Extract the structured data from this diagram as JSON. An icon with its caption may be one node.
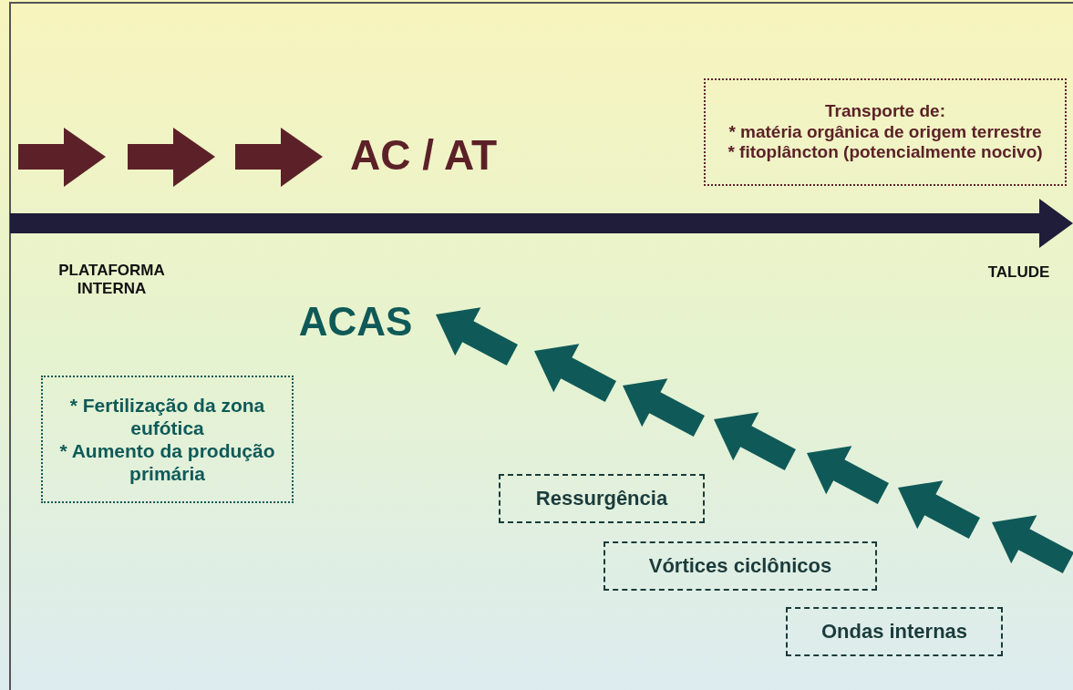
{
  "diagram": {
    "nodes": [
      {
        "text": [
          "AC / AT"
        ]
      },
      {
        "text": [
          "Transporte de:",
          "* matéria orgânica de origem terrestre",
          "* fitoplâncton (potencialmente nocivo)"
        ]
      },
      {
        "text": [
          "PLATAFORMA INTERNA"
        ]
      },
      {
        "text": [
          "TALUDE"
        ]
      },
      {
        "text": [
          "ACAS"
        ]
      },
      {
        "text": [
          "* Fertilização da zona eufótica",
          "* Aumento da produção primária"
        ]
      },
      {
        "text": [
          "Ressurgência"
        ]
      },
      {
        "text": [
          "Vórtices ciclônicos"
        ]
      },
      {
        "text": [
          "Ondas internas"
        ]
      }
    ]
  }
}
